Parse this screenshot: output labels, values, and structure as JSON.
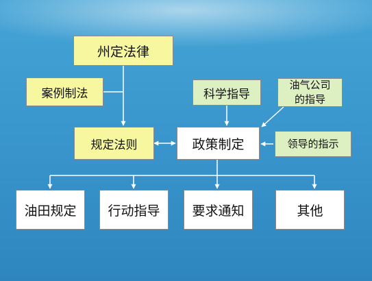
{
  "boxes": {
    "state_law": "州定法律",
    "case_law": "案例制法",
    "regulations": "规定法则",
    "policy_making": "政策制定",
    "scientific_guidance": "科学指导",
    "oil_gas_company_line1": "油气公司",
    "oil_gas_company_line2": "的指导",
    "leadership_directive": "领导的指示",
    "oilfield_rules": "油田规定",
    "action_guidance": "行动指导",
    "requirement_notice": "要求通知",
    "other": "其他"
  },
  "colors": {
    "background_top": "#45a4d6",
    "background_bottom": "#2f86bf",
    "yellow_box": "#f7f7a0",
    "green_box": "#dcf0c2",
    "white_box": "#ffffff",
    "connector": "#ffffff"
  }
}
